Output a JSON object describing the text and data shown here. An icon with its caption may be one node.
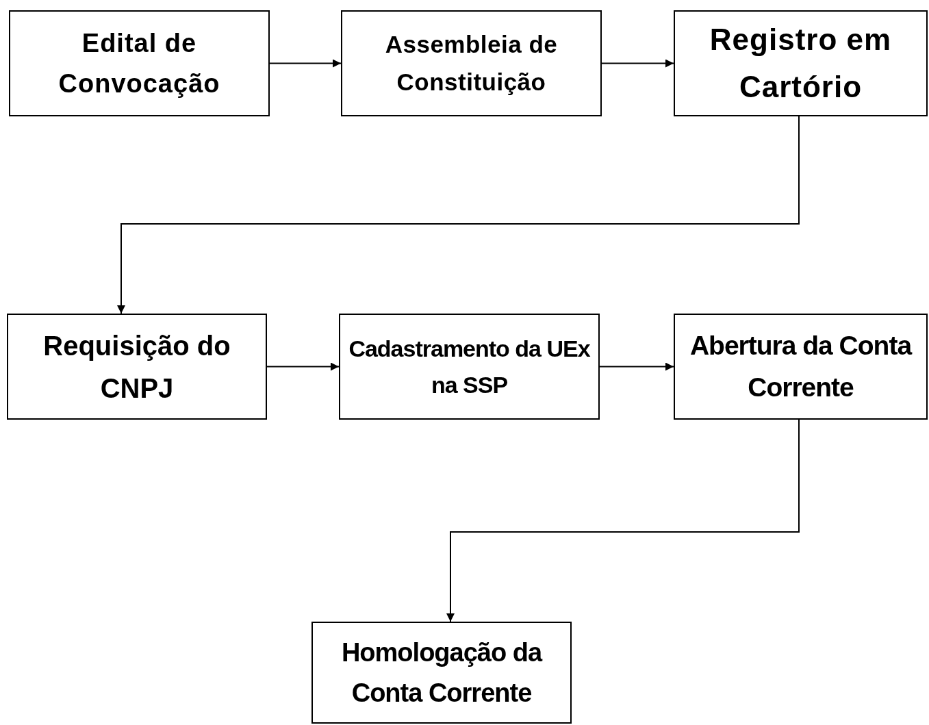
{
  "diagram": {
    "nodes": [
      {
        "text": [
          "Edital de Convocação"
        ]
      },
      {
        "text": [
          "Assembleia de Constituição"
        ]
      },
      {
        "text": [
          "Registro em Cartório"
        ]
      },
      {
        "text": [
          "Requisição do CNPJ"
        ]
      },
      {
        "text": [
          "Cadastramento da UEx na SSP"
        ]
      },
      {
        "text": [
          "Abertura da Conta Corrente"
        ]
      },
      {
        "text": [
          "Homologação da Conta Corrente"
        ]
      }
    ],
    "edges": [
      {
        "from": 0,
        "to": 1,
        "arrow": "to"
      },
      {
        "from": 1,
        "to": 2,
        "arrow": "to"
      },
      {
        "from": 2,
        "to": 3,
        "arrow": "to"
      },
      {
        "from": 3,
        "to": 4,
        "arrow": "to"
      },
      {
        "from": 4,
        "to": 5,
        "arrow": "to"
      },
      {
        "from": 5,
        "to": 6,
        "arrow": "to"
      }
    ]
  }
}
